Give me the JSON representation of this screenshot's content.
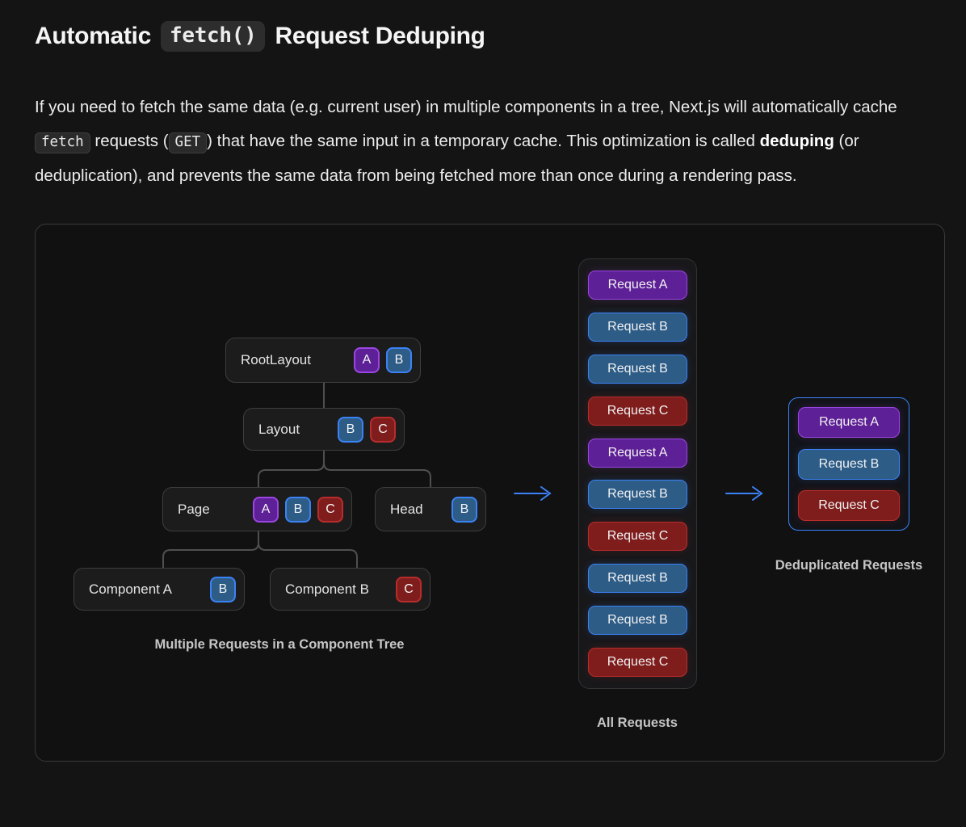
{
  "header": {
    "title_prefix": "Automatic",
    "title_code": "fetch()",
    "title_suffix": "Request Deduping"
  },
  "paragraph_segments": [
    {
      "type": "text",
      "text": "If you need to fetch the same data (e.g. current user) in multiple components in a tree, Next.js will automatically cache "
    },
    {
      "type": "code",
      "text": "fetch"
    },
    {
      "type": "text",
      "text": " requests ("
    },
    {
      "type": "code",
      "text": "GET"
    },
    {
      "type": "text",
      "text": ") that have the same input in a temporary cache. This optimization is called "
    },
    {
      "type": "bold",
      "text": "deduping"
    },
    {
      "type": "text",
      "text": " (or deduplication), and prevents the same data from being fetched more than once during a rendering pass."
    }
  ],
  "diagram": {
    "tree": {
      "caption": "Multiple Requests in a Component Tree",
      "nodes": [
        {
          "label": "RootLayout",
          "badges": [
            "A",
            "B"
          ]
        },
        {
          "label": "Layout",
          "badges": [
            "B",
            "C"
          ]
        },
        {
          "label": "Page",
          "badges": [
            "A",
            "B",
            "C"
          ]
        },
        {
          "label": "Head",
          "badges": [
            "B"
          ]
        },
        {
          "label": "Component A",
          "badges": [
            "B"
          ]
        },
        {
          "label": "Component B",
          "badges": [
            "C"
          ]
        }
      ]
    },
    "all_requests": {
      "caption": "All Requests",
      "items": [
        "Request A",
        "Request B",
        "Request B",
        "Request C",
        "Request A",
        "Request B",
        "Request C",
        "Request B",
        "Request B",
        "Request C"
      ]
    },
    "deduplicated": {
      "caption": "Deduplicated Requests",
      "items": [
        "Request A",
        "Request B",
        "Request C"
      ]
    },
    "colors": {
      "A": {
        "bg": "#5e2096",
        "border": "#9b46e3"
      },
      "B": {
        "bg": "#2d5c87",
        "border": "#3b82f6"
      },
      "C": {
        "bg": "#7f1d1d",
        "border": "#b92c2c"
      },
      "arrow": "#3b82f6",
      "connector": "#4f4f4f"
    }
  }
}
